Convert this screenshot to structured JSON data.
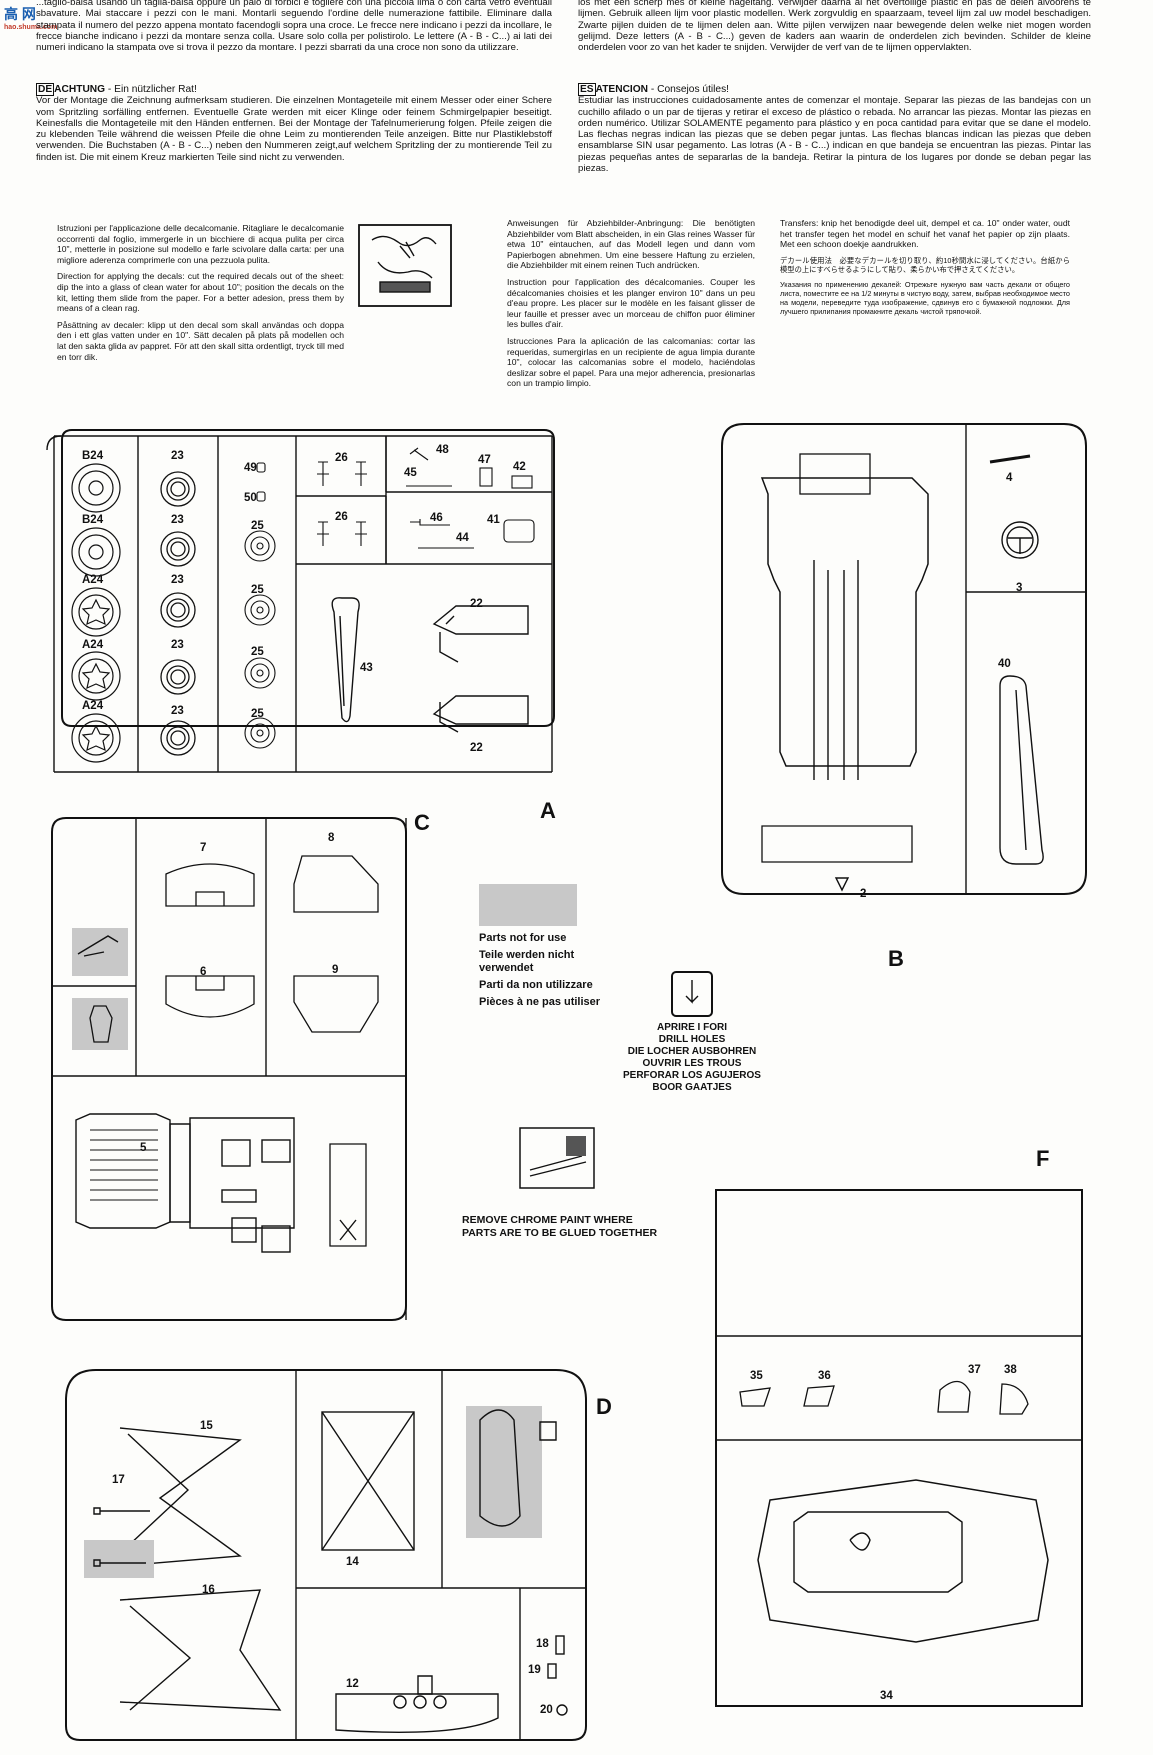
{
  "watermark": {
    "text": "高  网",
    "sub": "hao.shuma.com"
  },
  "top_left_it": "...taglio-balsa usando un taglia-balsa oppure un paio di forbici e togliere con una piccola lima o con carta vetro eventuali sbavature. Mai staccare i pezzi con le mani. Montarli seguendo l'ordine delle numerazione fattibile. Eliminare dalla stampata il numero del pezzo appena montato facendogli sopra una croce. Le frecce nere indicano i pezzi da incollare, le frecce bianche indicano i pezzi da montare senza colla. Usare solo colla per polistirolo. Le lettere (A - B - C...) ai lati dei numeri indicano la stampata ove si trova il pezzo da montare. I pezzi sbarrati da una croce non sono da utilizzare.",
  "top_right_nl": "los met een scherp mes of kleine nageltang. Verwijder daarna al het overtollige plastic en pas de delen alvoorens te lijmen. Gebruik alleen lijm voor plastic modellen. Werk zorgvuldig en spaarzaam, teveel lijm zal uw model beschadigen. Zwarte pijlen duiden de te lijmen delen aan. Witte pijlen verwijzen naar bewegende delen welke niet mogen worden gelijmd. Deze letters (A - B - C...) geven de kaders aan waarin de onderdelen zich bevinden. Schilder de kleine onderdelen voor zo van het kader te snijden. Verwijder de verf van de te lijmen oppervlakten.",
  "de": {
    "code": "DE",
    "title": "ACHTUNG",
    "subtitle": " - Ein nützlicher Rat!",
    "body": "Vor der Montage die Zeichnung aufmerksam studieren. Die einzelnen Montageteile mit einem Messer oder einer Schere vom Spritzling sorfälling entfernen. Eventuelle Grate werden mit eicer Klinge oder feinem Schmirgelpapier beseitigt. Keinesfalls die Montageteile mit den Händen entfernen. Bei der Montage der Tafelnumerierung folgen. Pfeile zeigen die zu klebenden Teile während die weissen Pfeile die ohne Leim zu montierenden Teile anzeigen. Bitte nur Plastiklebstoff verwenden. Die Buchstaben (A - B - C...) neben den Nummeren zeigt,auf welchem Spritzling der zu montierende Teil zu finden ist. Die mit einem Kreuz markierten Teile sind nicht zu verwenden."
  },
  "es": {
    "code": "ES",
    "title": "ATENCION",
    "subtitle": " - Consejos útiles!",
    "body": "Estudiar las instrucciones cuidadosamente antes de comenzar el montaje. Separar las piezas de las bandejas con un cuchillo afilado o un par de tijeras y retirar el exceso de plástico o rebada. No arrancar las piezas. Montar las piezas en orden numérico. Utilizar SOLAMENTE pegamento para plástico y en poca cantidad para evitar que se dane el modelo. Las flechas negras indican las piezas que se deben pegar juntas. Las flechas blancas indican las piezas que deben ensamblarse SIN usar pegamento. Las lotras (A - B - C...) indican en que bandeja se encuentran las piezas. Pintar las piezas pequeñas antes de separarlas de la bandeja. Retirar la pintura de los lugares por donde se deban pegar las piezas."
  },
  "decals": {
    "it": "Istruzioni per l'applicazione delle decalcomanie. Ritagliare le decalcomanie occorrenti dal foglio, immergerle in un bicchiere di acqua pulita per circa 10\", metterle in posizione sul modello e farle scivolare dalla carta: per una migliore aderenza comprimerle con una pezzuola pulita.",
    "en": "Direction for applying the decals: cut the required decals out of the sheet: dip the into a glass of clean water for about 10\"; position the decals on the kit, letting them slide from the paper. For a better adesion, press them by means of a clean rag.",
    "sv": "Påsättning av decaler: klipp ut den decal som skall användas och doppa den i ett glas vatten under en 10\". Sätt decalen på plats på modellen och lat den sakta glida av pappret. För att den skall sitta ordentligt, tryck till med en torr dik.",
    "de": "Anweisungen für Abziehbilder-Anbringung: Die benötigten Abziehbilder vom Blatt abscheiden, in ein Glas reines Wasser für etwa 10\" eintauchen, auf das Modell legen und dann vom Papierbogen abnehmen. Um eine bessere Haftung zu erzielen, die Abziehbilder mit einem reinen Tuch andrücken.",
    "fr": "Instruction pour l'application des décalcomanies. Couper les décalcomanies choisies et les planger environ 10\" dans un peu d'eau propre. Les placer sur le modèle en les faisant glisser de leur fauille et presser avec un morceau de chiffon puor éliminer les bulles d'air.",
    "es": "Istrucciones Para la aplicación de las calcomanias: cortar las requeridas, sumergirlas en un recipiente de agua limpia durante 10\", colocar las calcomanias sobre el modelo, haciéndolas deslizar sobre el papel. Para una mejor adherencia, presionarlas con un trampio limpio.",
    "nl": "Transfers: knip het benodigde deel uit, dempel et ca. 10\" onder water, oudt het transfer tegen het model en schuif het vanaf het papier op zijn plaats. Met een schoon doekje aandrukken.",
    "jp": "デカール使用法　必要なデカールを切り取り、約10秒間水に浸してください。台紙から模型の上にすべらせるようにして貼り、柔らかい布で押さえてください。",
    "ru": "Указания по применению декалей: Отрежьте нужную вам часть декали от общего листа, поместите ее на 1/2 минуты в чистую воду, затем, выбрав необходимое место на модели, переведите туда изображение, сдвинув его с бумажной подложки. Для лучшего прилипания промакните декаль чистой тряпочкой."
  },
  "sprue_letters": {
    "a": "A",
    "b": "B",
    "c": "C",
    "d": "D",
    "f": "F"
  },
  "parts_a": {
    "b24_1": "B24",
    "b24_2": "B24",
    "a24_1": "A24",
    "a24_2": "A24",
    "a24_3": "A24",
    "n23_1": "23",
    "n23_2": "23",
    "n23_3": "23",
    "n23_4": "23",
    "n23_5": "23",
    "n49": "49",
    "n50": "50",
    "n25_1": "25",
    "n25_2": "25",
    "n25_3": "25",
    "n25_4": "25",
    "n26_1": "26",
    "n26_2": "26",
    "n48": "48",
    "n45": "45",
    "n47": "47",
    "n42": "42",
    "n46": "46",
    "n41": "41",
    "n44": "44",
    "n43": "43",
    "n22_1": "22",
    "n22_2": "22"
  },
  "parts_b": {
    "n4": "4",
    "n3": "3",
    "n40": "40",
    "n2": "2"
  },
  "parts_c": {
    "n7": "7",
    "n8": "8",
    "n6": "6",
    "n9": "9",
    "n5": "5"
  },
  "parts_d": {
    "n15": "15",
    "n17": "17",
    "n16": "16",
    "n14": "14",
    "n12": "12",
    "n18": "18",
    "n19": "19",
    "n20": "20"
  },
  "parts_f": {
    "n35": "35",
    "n36": "36",
    "n37": "37",
    "n38": "38",
    "n34": "34"
  },
  "legend_unused": [
    "Parts not for use",
    "Teile werden nicht verwendet",
    "Parti da non utilizzare",
    "Pièces à ne pas utiliser"
  ],
  "drill": [
    "APRIRE I FORI",
    "DRILL HOLES",
    "DIE LOCHER AUSBOHREN",
    "OUVRIR LES TROUS",
    "PERFORAR LOS AGUJEROS",
    "BOOR GAATJES"
  ],
  "chrome": [
    "REMOVE CHROME PAINT WHERE",
    "PARTS ARE TO BE GLUED TOGETHER"
  ],
  "colors": {
    "ink": "#111111",
    "unused_fill": "#c8c8c8",
    "paper": "#fdfdfb"
  }
}
